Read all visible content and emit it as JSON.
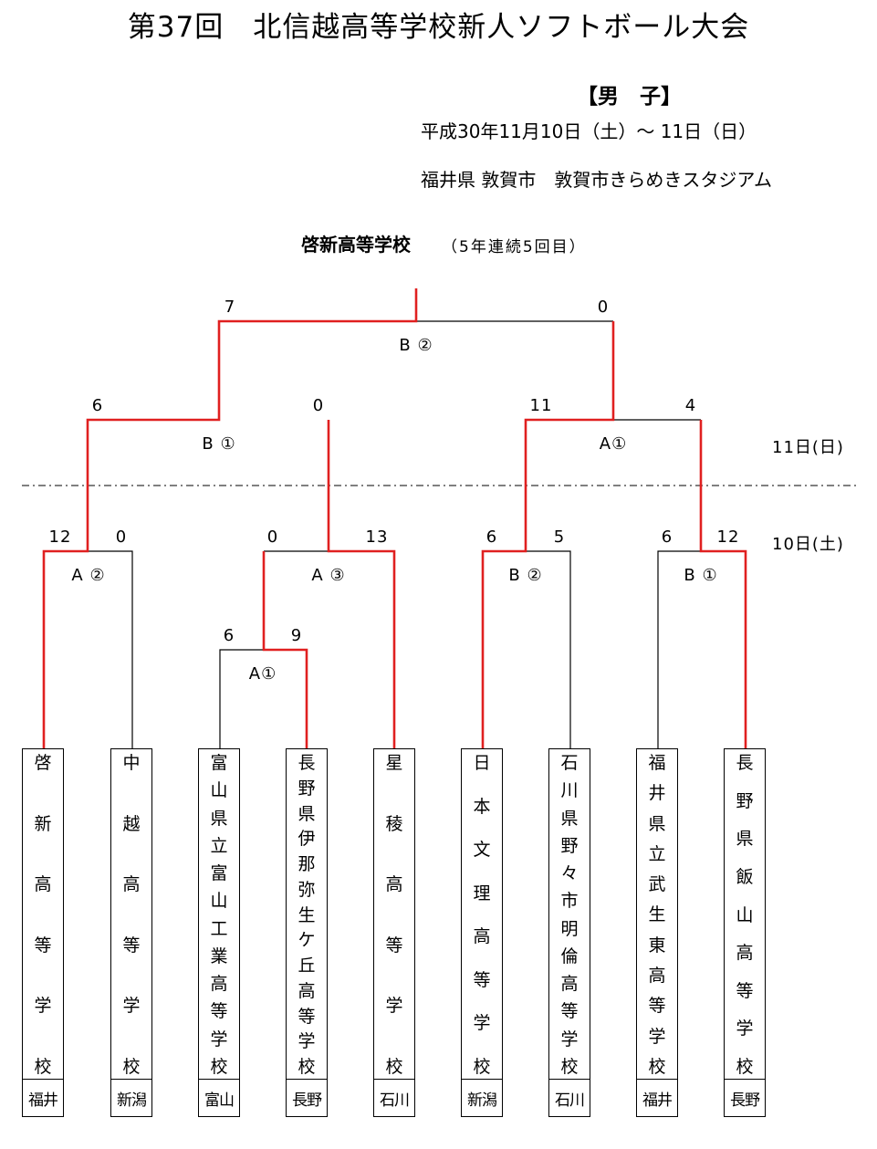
{
  "title": "第37回　北信越高等学校新人ソフトボール大会",
  "division": "【男　子】",
  "dates": "平成30年11月10日（土）～ 11日（日）",
  "venue": "福井県 敦賀市　敦賀市きらめきスタジアム",
  "champion": {
    "name": "啓新高等学校",
    "note": "（5年連続5回目）"
  },
  "day_labels": {
    "day2": "11日(日)",
    "day1": "10日(土)"
  },
  "teams": [
    {
      "name": "啓新高等学校",
      "prefecture": "福井"
    },
    {
      "name": "中越高等学校",
      "prefecture": "新潟"
    },
    {
      "name": "富山県立富山工業高等学校",
      "prefecture": "富山"
    },
    {
      "name": "長野県伊那弥生ケ丘高等学校",
      "prefecture": "長野"
    },
    {
      "name": "星稜高等学校",
      "prefecture": "石川"
    },
    {
      "name": "日本文理高等学校",
      "prefecture": "新潟"
    },
    {
      "name": "石川県野々市明倫高等学校",
      "prefecture": "石川"
    },
    {
      "name": "福井県立武生東高等学校",
      "prefecture": "福井"
    },
    {
      "name": "長野県飯山高等学校",
      "prefecture": "長野"
    }
  ],
  "matches": {
    "first_round": {
      "court": "A①",
      "left_score": "6",
      "right_score": "9"
    },
    "r1_m1": {
      "court": "A ②",
      "left_score": "12",
      "right_score": "0"
    },
    "r1_m2": {
      "court": "A ③",
      "left_score": "0",
      "right_score": "13"
    },
    "r1_m3": {
      "court": "B ②",
      "left_score": "6",
      "right_score": "5"
    },
    "r1_m4": {
      "court": "B ①",
      "left_score": "6",
      "right_score": "12"
    },
    "semi_left": {
      "court": "B ①",
      "left_score": "6",
      "right_score": "0"
    },
    "semi_right": {
      "court": "A①",
      "left_score": "11",
      "right_score": "4"
    },
    "final": {
      "court": "B ②",
      "left_score": "7",
      "right_score": "0"
    }
  },
  "colors": {
    "winner_line": "#e02020",
    "line": "#000000"
  }
}
